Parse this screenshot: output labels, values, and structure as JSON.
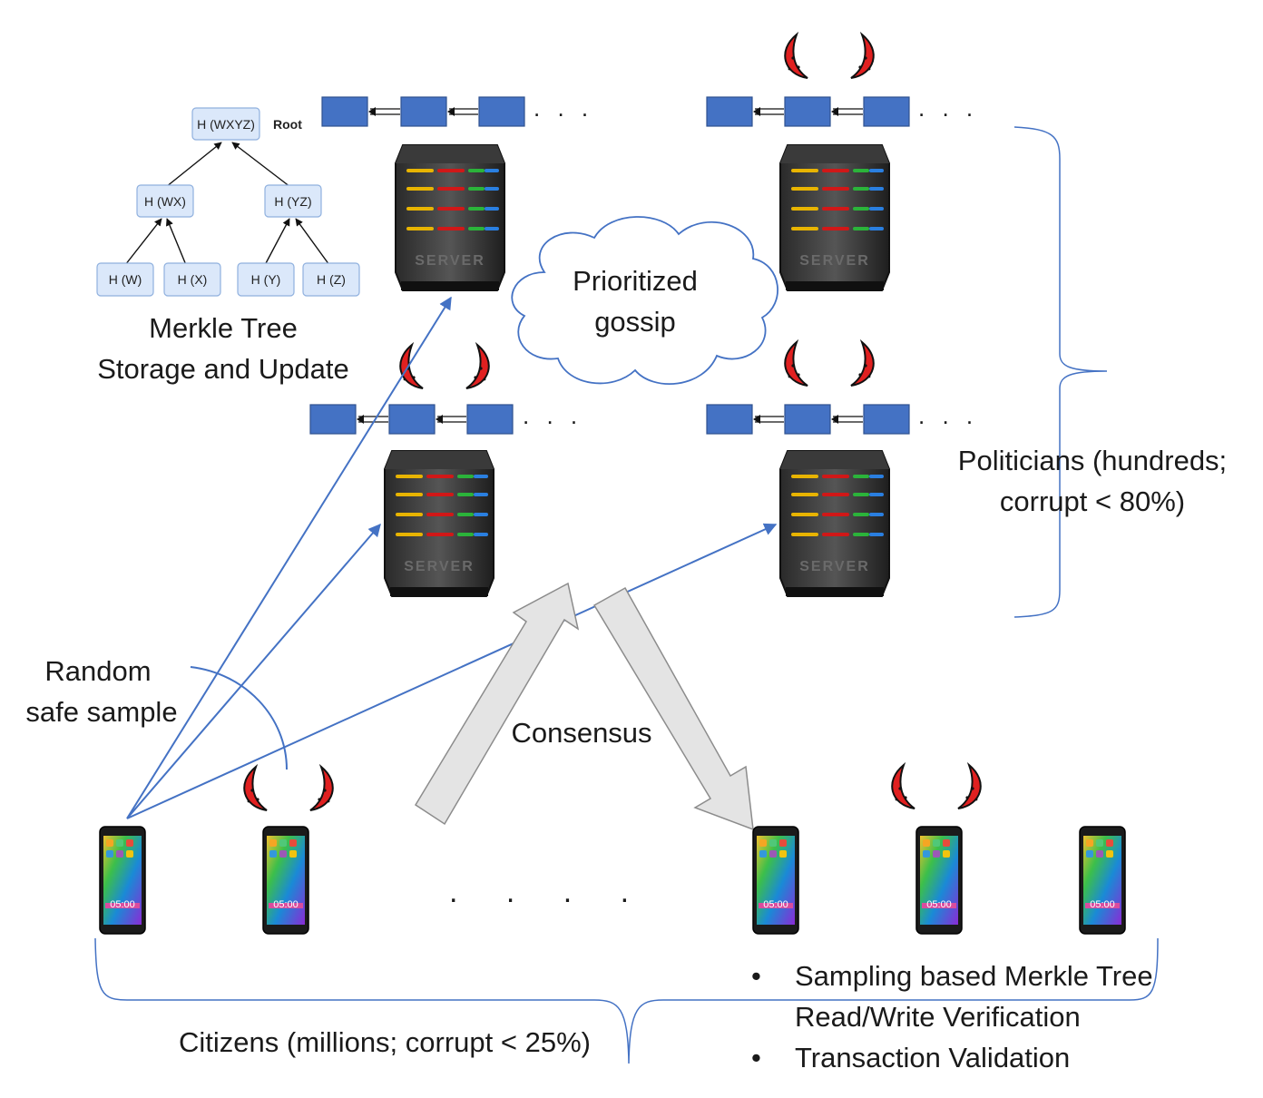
{
  "merkle": {
    "root": "H (WXYZ)",
    "root_tag": "Root",
    "left": "H (WX)",
    "right": "H (YZ)",
    "leaves": [
      "H (W)",
      "H (X)",
      "H (Y)",
      "H (Z)"
    ],
    "caption_line1": "Merkle Tree",
    "caption_line2": "Storage and Update"
  },
  "cloud": {
    "line1": "Prioritized",
    "line2": "gossip"
  },
  "server_label": "SERVER",
  "chain_ellipsis": ". . .",
  "politicians": {
    "line1": "Politicians (hundreds;",
    "line2": "corrupt < 80%)"
  },
  "random_sample": {
    "line1": "Random",
    "line2": "safe sample"
  },
  "consensus": "Consensus",
  "phone_time": "05:00",
  "phones_ellipsis": ". . . .",
  "citizens": "Citizens (millions; corrupt < 25%)",
  "bullets": [
    "Sampling based Merkle Tree",
    "Read/Write Verification",
    "Transaction Validation"
  ],
  "bullet_char": "•",
  "colors": {
    "accent_blue": "#4472c4",
    "block_fill": "#4472c4",
    "merkle_node": "#dbe8fa",
    "horn_red": "#e02020",
    "arrow_gray": "#e4e4e4"
  }
}
